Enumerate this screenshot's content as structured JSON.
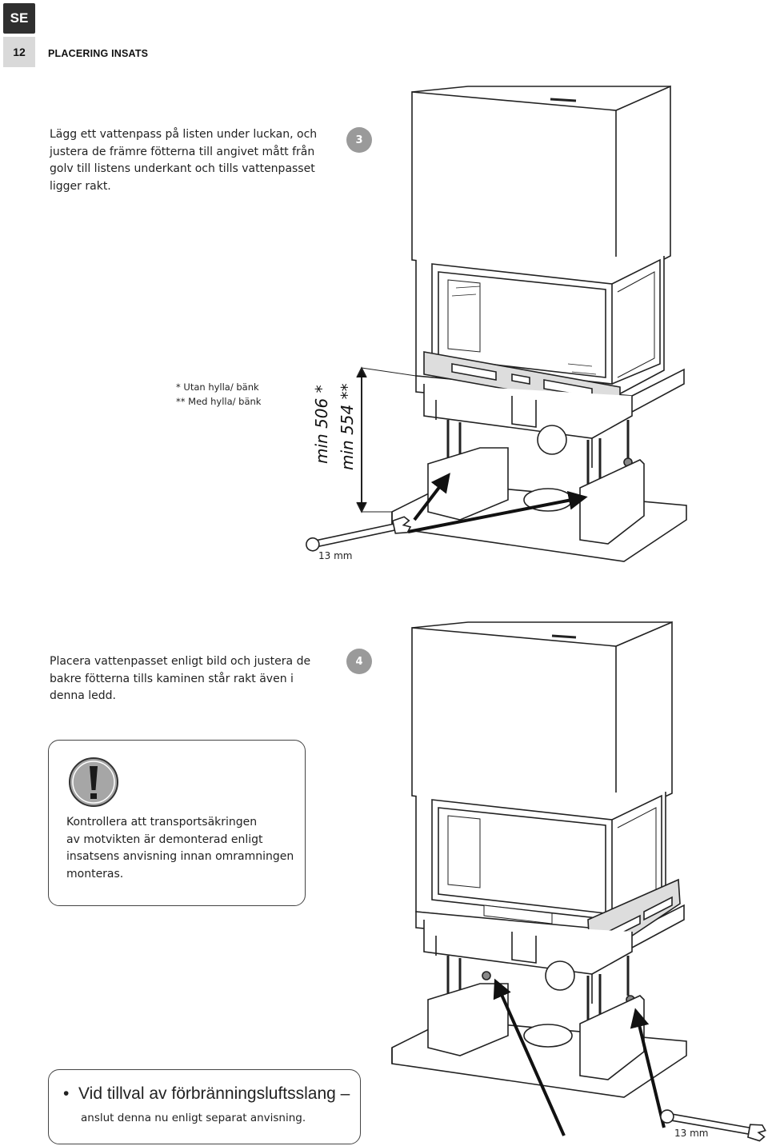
{
  "header": {
    "language": "SE",
    "page_number": "12",
    "section_title": "PLACERING INSATS"
  },
  "step3": {
    "number": "3",
    "text_lines": [
      "Lägg ett vattenpass på listen under luckan, och",
      "justera de främre fötterna till angivet mått från",
      "golv till listens underkant  och tills vattenpasset",
      "ligger rakt."
    ],
    "note_lines": [
      "* Utan hylla/ bänk",
      "** Med hylla/ bänk"
    ],
    "dim_1": "min 506 *",
    "dim_2": "min 554 **",
    "wrench_size": "13 mm"
  },
  "step4": {
    "number": "4",
    "text_lines": [
      "Placera vattenpasset enligt bild och justera de",
      "bakre fötterna tills kaminen står rakt även i",
      "denna ledd."
    ],
    "wrench_size": "13 mm"
  },
  "warning": {
    "icon": "exclamation-icon",
    "text_lines": [
      "Kontrollera att transportsäkringen",
      "av motvikten är demonterad enligt",
      "insatsens anvisning innan omramningen",
      "monteras."
    ]
  },
  "bullet_note": {
    "main": "Vid tillval av förbränningsluftsslang –",
    "sub": "anslut denna nu enligt separat anvisning."
  }
}
